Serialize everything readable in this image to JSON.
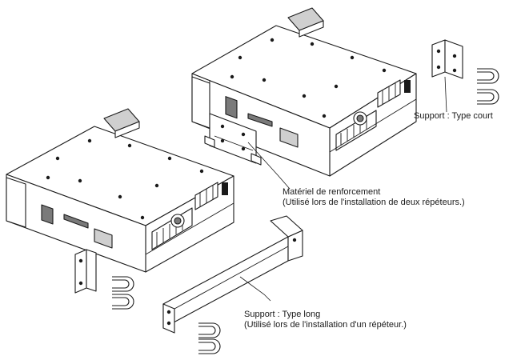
{
  "labels": {
    "support_court": "Support : Type court",
    "materiel_line1": "Matériel de renforcement",
    "materiel_line2": "(Utilisé lors de l'installation de deux répéteurs.)",
    "support_long_line1": "Support : Type long",
    "support_long_line2": "(Utilisé lors de l'installation d'un répéteur.)"
  }
}
